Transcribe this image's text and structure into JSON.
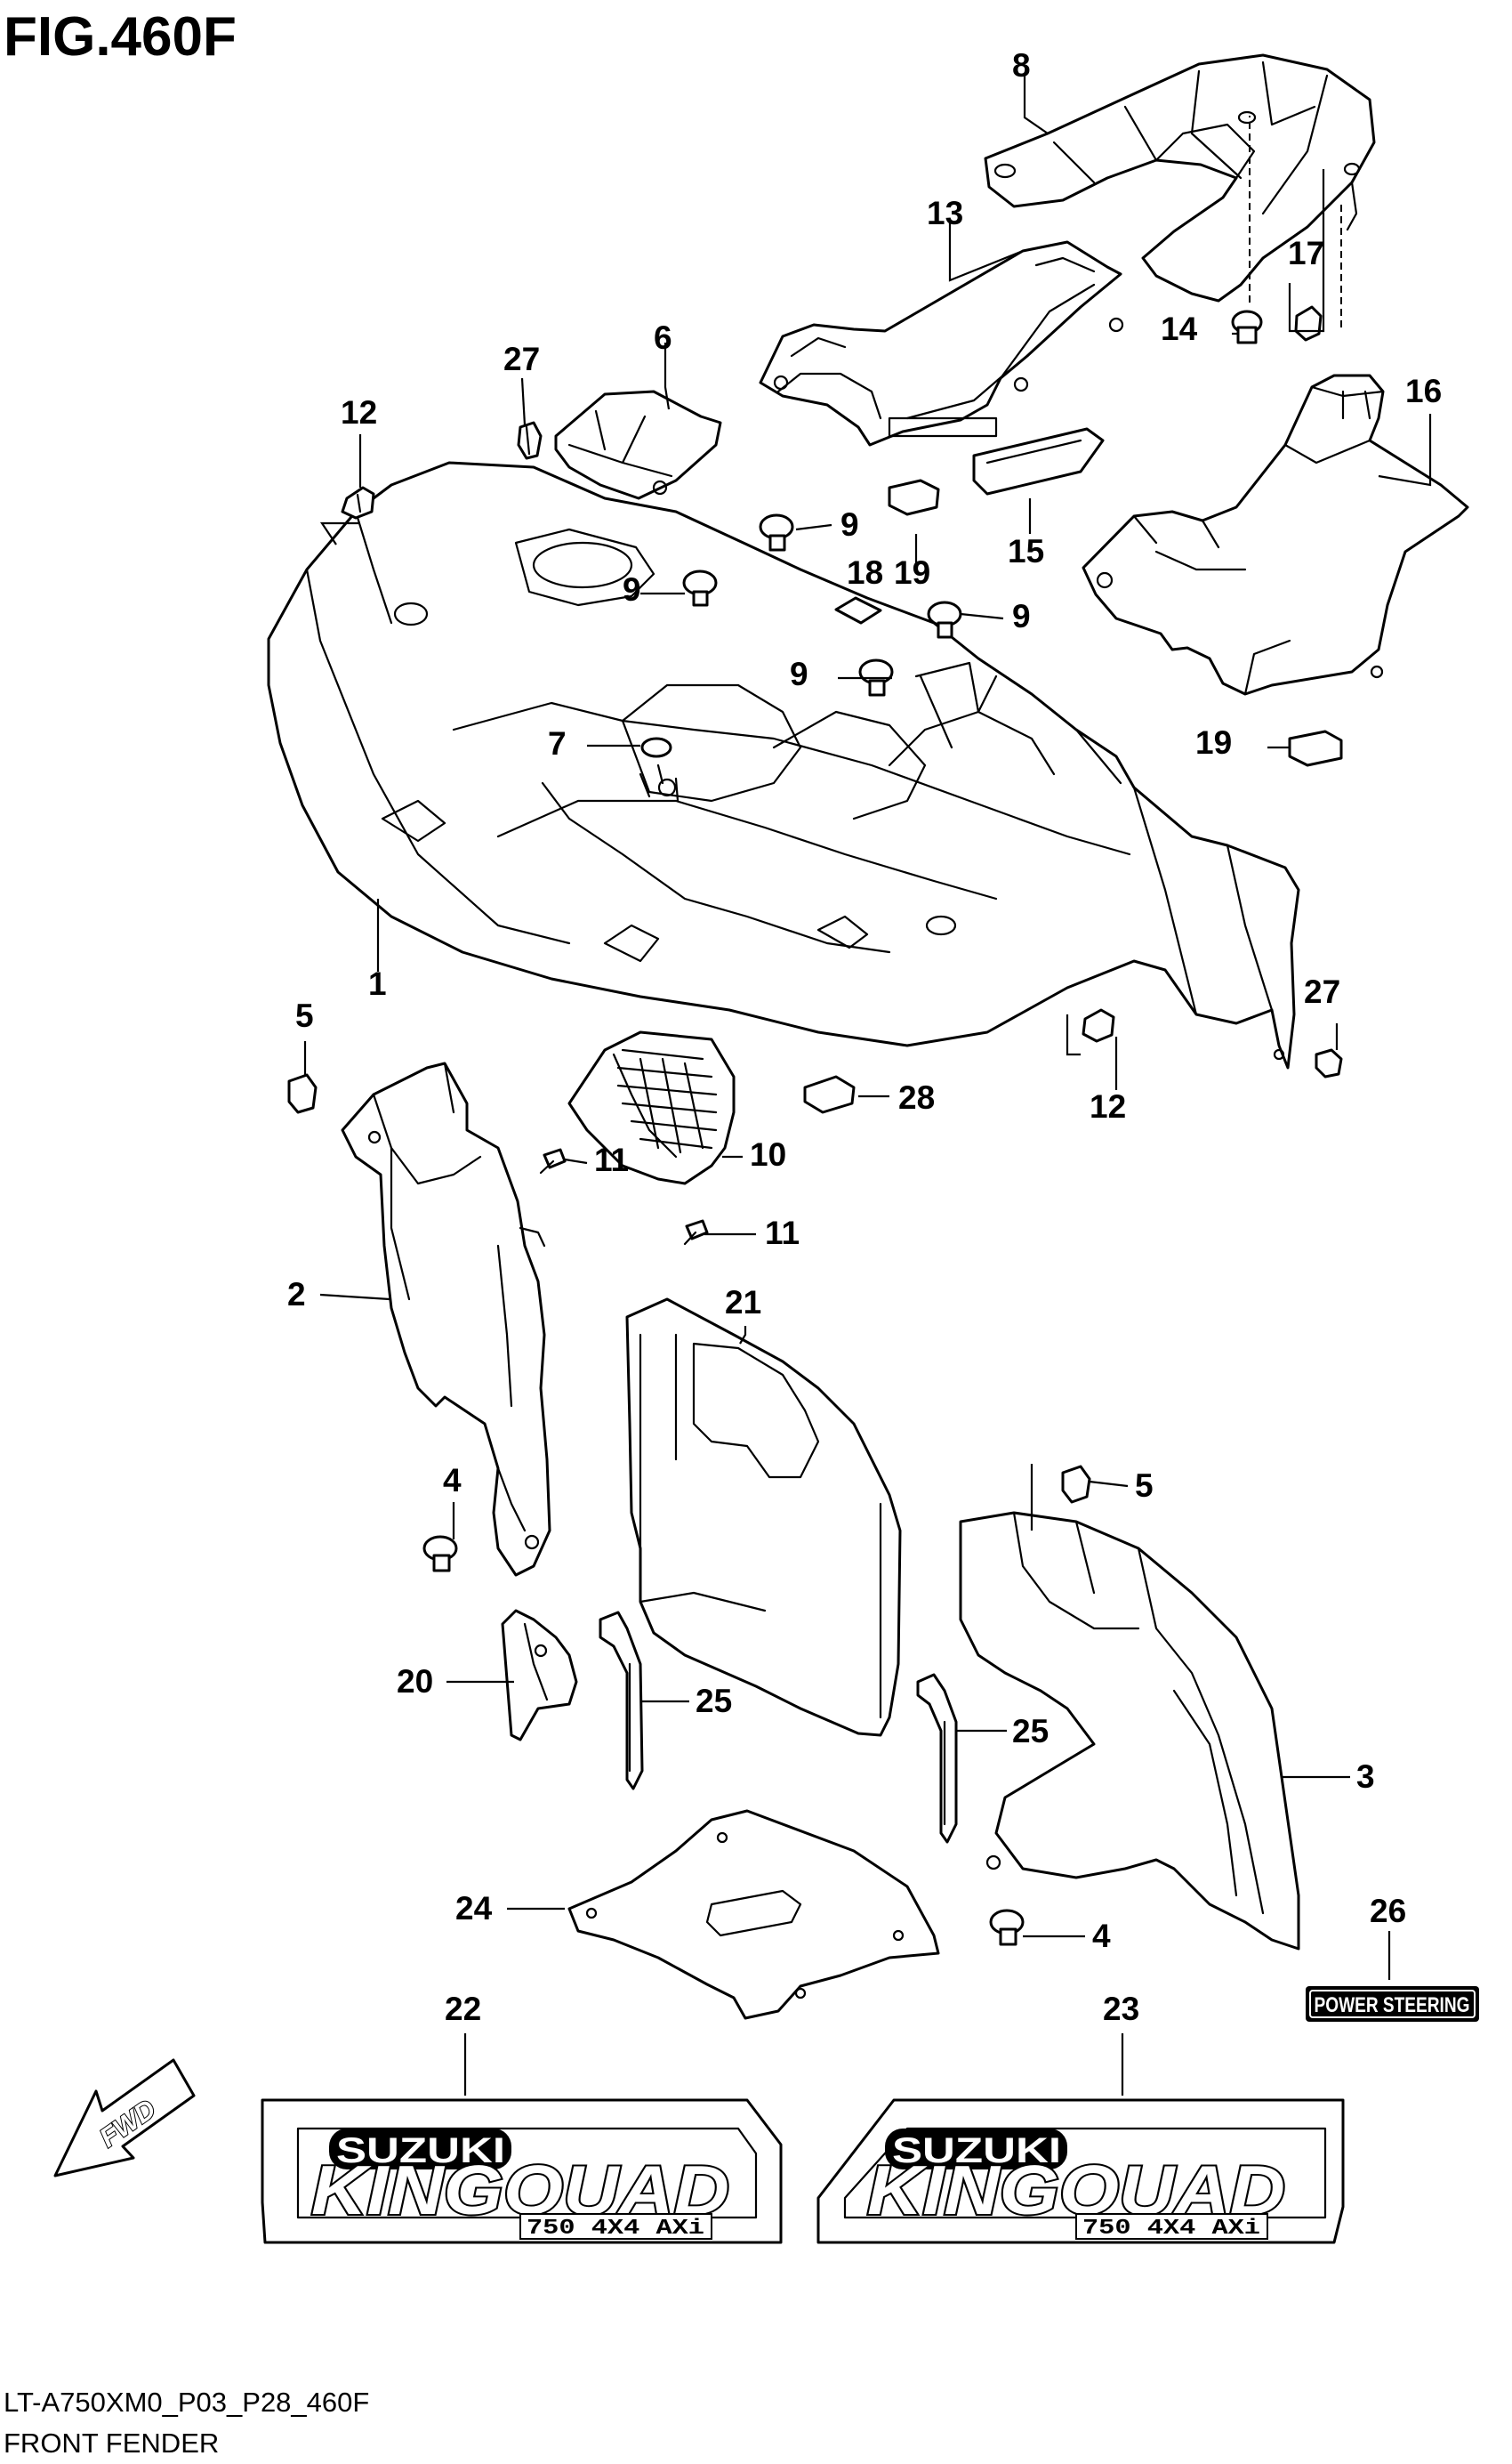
{
  "figure": {
    "title": "FIG.460F",
    "code": "LT-A750XM0_P03_P28_460F",
    "name": "FRONT FENDER"
  },
  "callouts": {
    "c1": "1",
    "c2": "2",
    "c3": "3",
    "c4a": "4",
    "c4b": "4",
    "c5a": "5",
    "c5b": "5",
    "c6": "6",
    "c7": "7",
    "c8": "8",
    "c9a": "9",
    "c9b": "9",
    "c9c": "9",
    "c9d": "9",
    "c10": "10",
    "c11a": "11",
    "c11b": "11",
    "c12a": "12",
    "c12b": "12",
    "c13": "13",
    "c14": "14",
    "c15": "15",
    "c16": "16",
    "c17": "17",
    "c18": "18",
    "c19a": "19",
    "c19b": "19",
    "c20": "20",
    "c21": "21",
    "c22": "22",
    "c23": "23",
    "c24": "24",
    "c25a": "25",
    "c25b": "25",
    "c26": "26",
    "c27a": "27",
    "c27b": "27",
    "c28": "28"
  },
  "decals": {
    "left": {
      "brand": "SUZUKI",
      "model": "KINGQUAD",
      "sub": "750 4X4 AXi"
    },
    "right": {
      "brand": "SUZUKI",
      "model": "KINGQUAD",
      "sub": "750 4X4 AXi"
    }
  },
  "badge": {
    "text": "POWER STEERING"
  },
  "direction": {
    "text": "FWD"
  }
}
